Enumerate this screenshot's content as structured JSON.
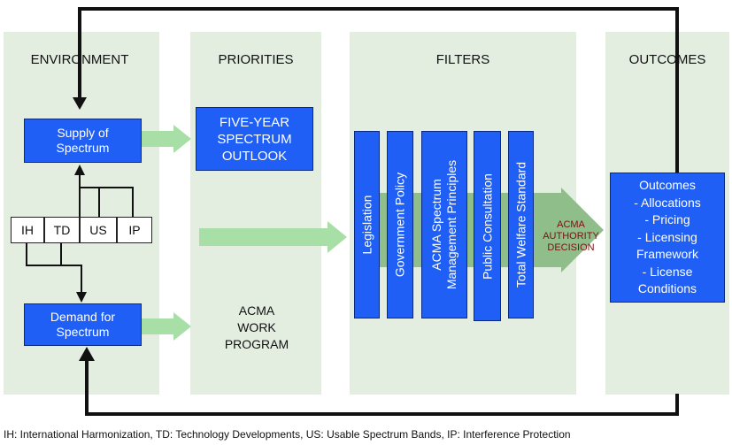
{
  "columns": {
    "environment": "ENVIRONMENT",
    "priorities": "PRIORITIES",
    "filters": "FILTERS",
    "outcomes": "OUTCOMES"
  },
  "environment": {
    "supply": "Supply of Spectrum",
    "demand": "Demand for Spectrum",
    "factors": [
      "IH",
      "TD",
      "US",
      "IP"
    ]
  },
  "priorities": {
    "outlook": "FIVE-YEAR SPECTRUM OUTLOOK",
    "work_program": "ACMA WORK PROGRAM"
  },
  "filters": {
    "items": [
      "Legislation",
      "Government Policy",
      "ACMA Spectrum Management Principles",
      "Public Consultation",
      "Total Welfare Standard"
    ],
    "decision": "ACMA AUTHORITY DECISION"
  },
  "outcomes": {
    "lines": [
      "Outcomes",
      "- Allocations",
      "- Pricing",
      "- Licensing",
      "Framework",
      "- License",
      "Conditions"
    ]
  },
  "caption": "IH: International Harmonization, TD: Technology Developments, US: Usable Spectrum Bands, IP: Interference Protection",
  "colors": {
    "column_bg": "#e3eee1",
    "box_blue": "#1f5ff5",
    "arrow_green": "#a8dfa6",
    "big_arrow_green": "#8fbe8b",
    "decision_text": "#7a1010"
  }
}
